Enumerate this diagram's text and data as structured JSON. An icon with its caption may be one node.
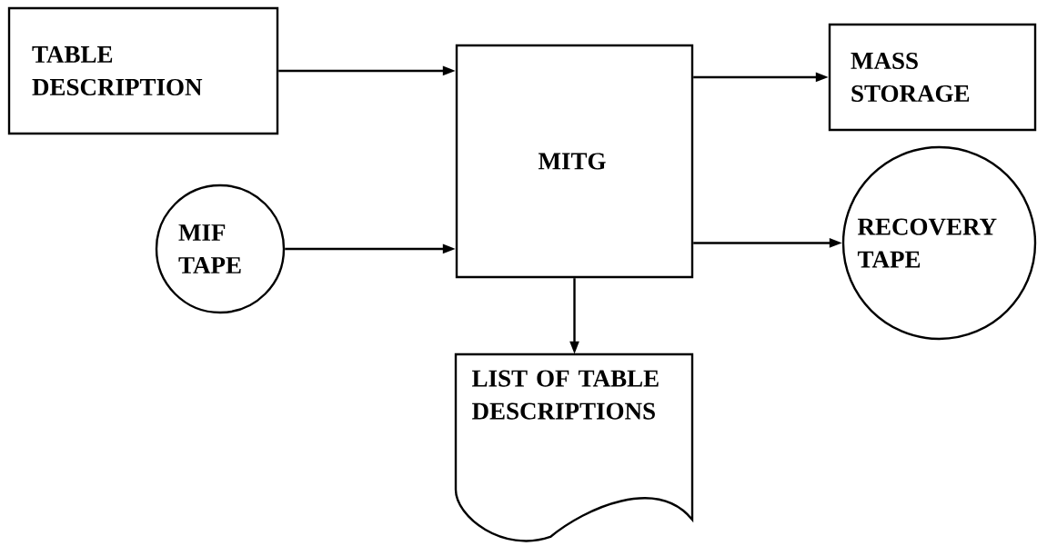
{
  "diagram": {
    "nodes": [
      {
        "text": [
          "TABLE DESCRIPTION"
        ]
      },
      {
        "text": [
          "MITG"
        ]
      },
      {
        "text": [
          "MASS STORAGE"
        ]
      },
      {
        "text": [
          "MIF TAPE"
        ]
      },
      {
        "text": [
          "RECOVERY TAPE"
        ]
      },
      {
        "text": [
          "LIST OF TABLE DESCRIPTIONS"
        ]
      }
    ],
    "edges": [
      {
        "from": 0,
        "to": 1,
        "arrow": "to"
      },
      {
        "from": 3,
        "to": 1,
        "arrow": "to"
      },
      {
        "from": 1,
        "to": 2,
        "arrow": "to"
      },
      {
        "from": 1,
        "to": 4,
        "arrow": "to"
      },
      {
        "from": 1,
        "to": 5,
        "arrow": "to"
      }
    ]
  }
}
